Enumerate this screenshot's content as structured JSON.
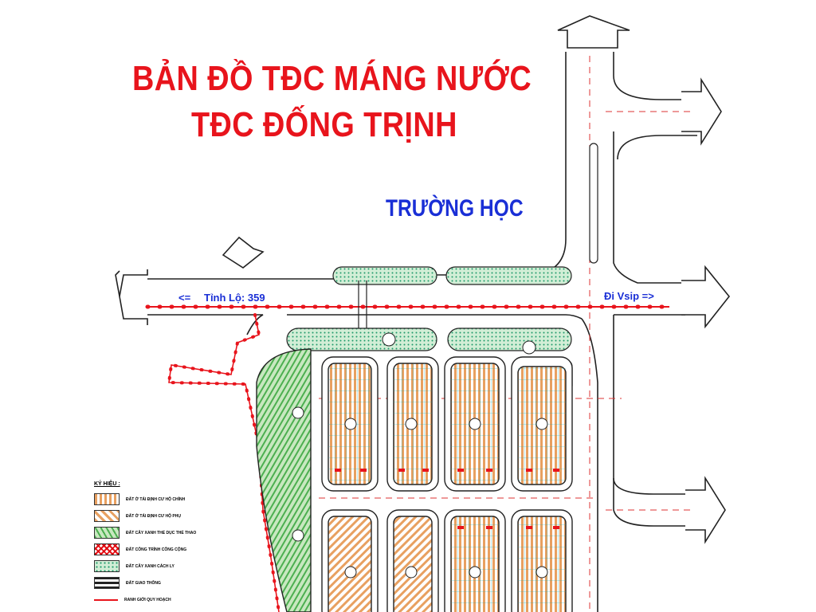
{
  "title": {
    "line1": "BẢN ĐỒ TĐC MÁNG NƯỚC",
    "line2": "TĐC ĐỐNG TRỊNH"
  },
  "labels": {
    "school": "TRƯỜNG HỌC",
    "road_left_arrow": "<=",
    "road_name": "Tỉnh Lộ: 359",
    "to_vsip": "Đi Vsip =>"
  },
  "legend": {
    "title": "KÝ HIỆU :",
    "items": [
      {
        "label": "ĐẤT Ở TÁI ĐỊNH CƯ HỘ CHÍNH",
        "pattern": "orange-stripes"
      },
      {
        "label": "ĐẤT Ở TÁI ĐỊNH CƯ HỘ PHỤ",
        "pattern": "orange-diagonal"
      },
      {
        "label": "ĐẤT CÂY XANH THỂ DỤC THỂ THAO",
        "pattern": "green-diagonal"
      },
      {
        "label": "ĐẤT CÔNG TRÌNH CÔNG CỘNG",
        "pattern": "red-hatch"
      },
      {
        "label": "ĐẤT CÂY XANH CÁCH LY",
        "pattern": "green-dots"
      },
      {
        "label": "ĐẤT GIAO THÔNG",
        "pattern": "black-road"
      },
      {
        "label": "RANH GIỚI QUY HOẠCH",
        "pattern": "red-boundary"
      }
    ]
  },
  "colors": {
    "title": "#e8141c",
    "label_blue": "#1a2fd6",
    "orange": "#e0892a",
    "green": "#3fa84a",
    "red": "#e8141c",
    "teal": "#0e9a8a",
    "road_line": "#222222"
  }
}
